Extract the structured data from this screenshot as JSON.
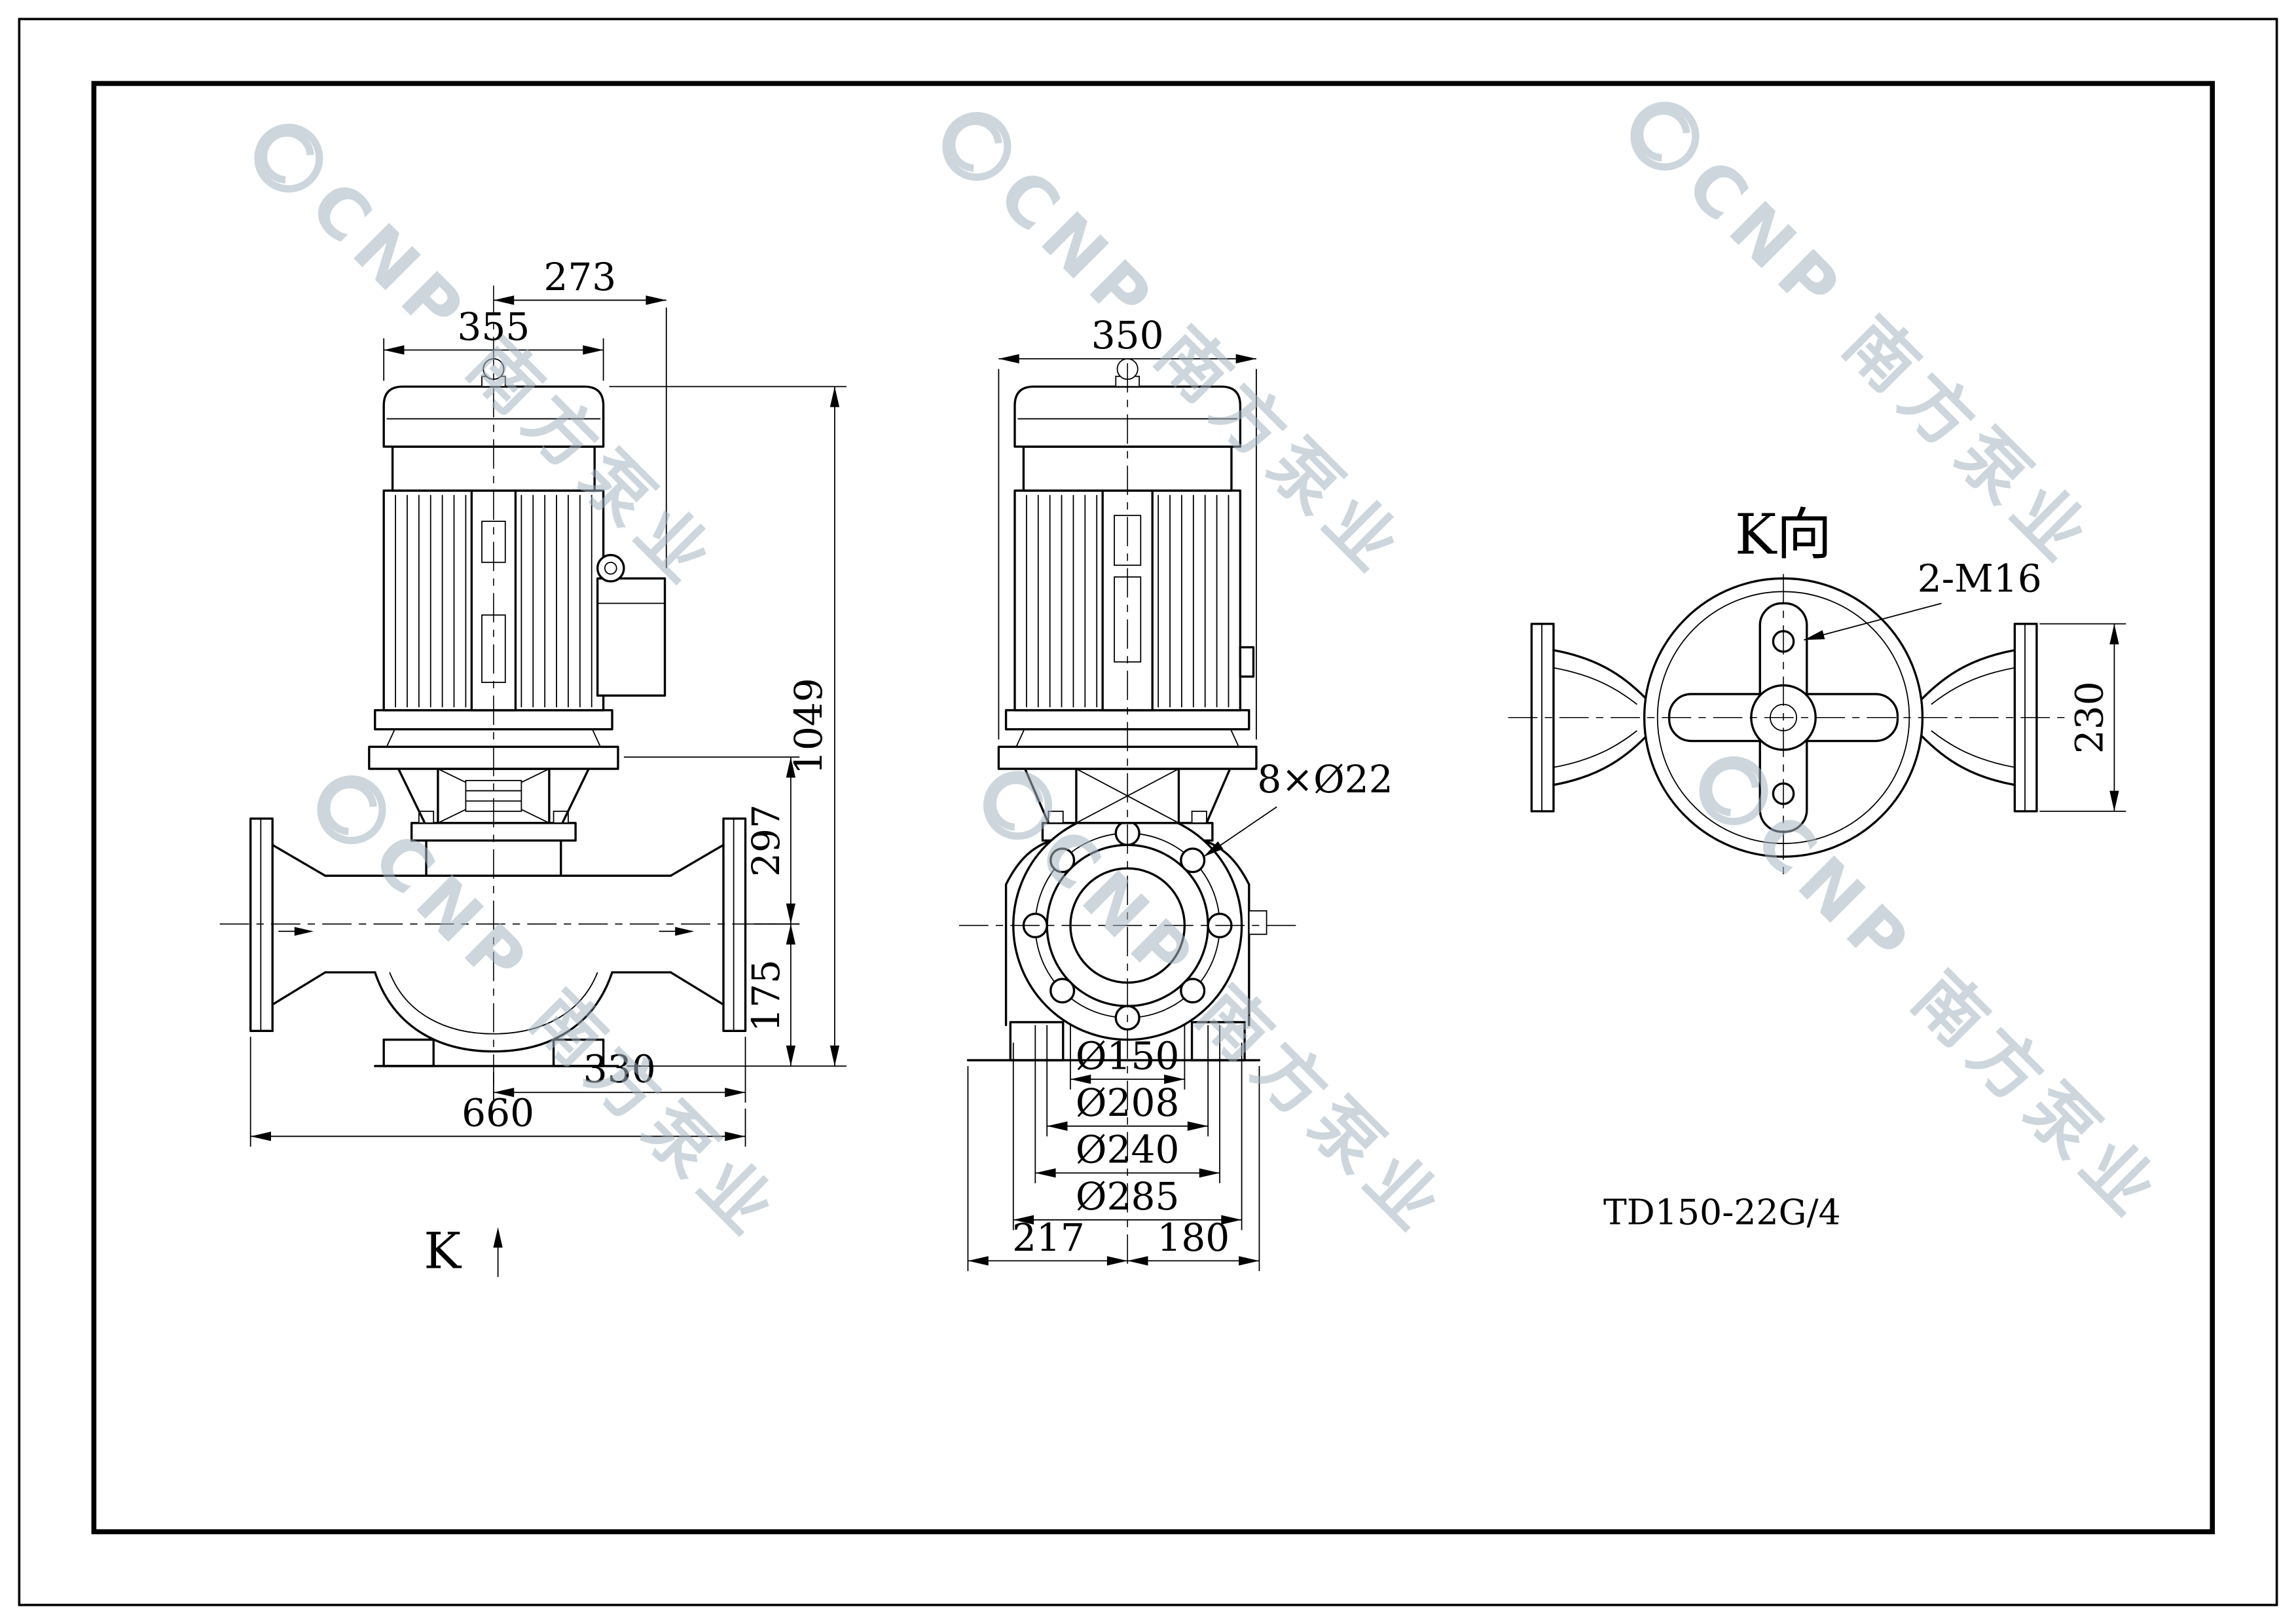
{
  "model_label": "TD150-22G/4",
  "watermark": {
    "brand": "CNP 南方泵业"
  },
  "front_view": {
    "view_arrow_label": "K",
    "dims": {
      "d273": "273",
      "d355": "355",
      "d1049": "1049",
      "d297": "297",
      "d175": "175",
      "d330": "330",
      "d660": "660"
    }
  },
  "side_view": {
    "bolt_note": "8×Ø22",
    "dims": {
      "d350": "350",
      "d150": "Ø150",
      "d208": "Ø208",
      "d240": "Ø240",
      "d285": "Ø285",
      "d217": "217",
      "d180": "180"
    }
  },
  "k_view": {
    "title": "K向",
    "thread_note": "2-M16",
    "dims": {
      "d230": "230"
    }
  }
}
